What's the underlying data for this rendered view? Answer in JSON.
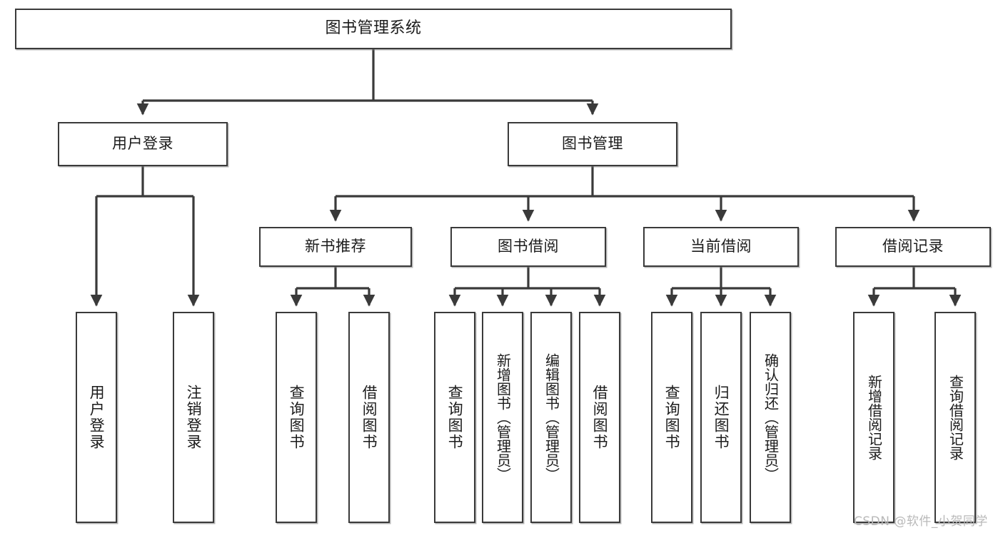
{
  "diagram": {
    "title": "图书管理系统",
    "type": "tree",
    "stroke_color": "#3a3a3a",
    "fill_color": "#ffffff",
    "text_color": "#1b1b1b",
    "nodes": {
      "root": {
        "label": "图书管理系统"
      },
      "level2": [
        {
          "id": "user-login",
          "label": "用户登录"
        },
        {
          "id": "book-management",
          "label": "图书管理"
        }
      ],
      "level3": [
        {
          "id": "new-book-recommend",
          "label": "新书推荐"
        },
        {
          "id": "book-borrow",
          "label": "图书借阅"
        },
        {
          "id": "current-borrow",
          "label": "当前借阅"
        },
        {
          "id": "borrow-record",
          "label": "借阅记录"
        }
      ],
      "leaves": {
        "user_login": [
          {
            "id": "leaf-user-login",
            "label": "用户登录"
          },
          {
            "id": "leaf-logout-login",
            "label": "注销登录"
          }
        ],
        "new_book_recommend": [
          {
            "id": "leaf-query-book-1",
            "label": "查询图书"
          },
          {
            "id": "leaf-borrow-book-1",
            "label": "借阅图书"
          }
        ],
        "book_borrow": [
          {
            "id": "leaf-query-book-2",
            "label": "查询图书"
          },
          {
            "id": "leaf-add-book",
            "label": "新增图书（管理员）"
          },
          {
            "id": "leaf-edit-book",
            "label": "编辑图书（管理员）"
          },
          {
            "id": "leaf-borrow-book-2",
            "label": "借阅图书"
          }
        ],
        "current_borrow": [
          {
            "id": "leaf-query-book-3",
            "label": "查询图书"
          },
          {
            "id": "leaf-return-book",
            "label": "归还图书"
          },
          {
            "id": "leaf-confirm-return",
            "label": "确认归还（管理员）"
          }
        ],
        "borrow_record": [
          {
            "id": "leaf-add-record",
            "label": "新增借阅记录"
          },
          {
            "id": "leaf-query-record",
            "label": "查询借阅记录"
          }
        ]
      }
    }
  },
  "watermark": {
    "text": "CSDN @软件_小贺同学"
  }
}
